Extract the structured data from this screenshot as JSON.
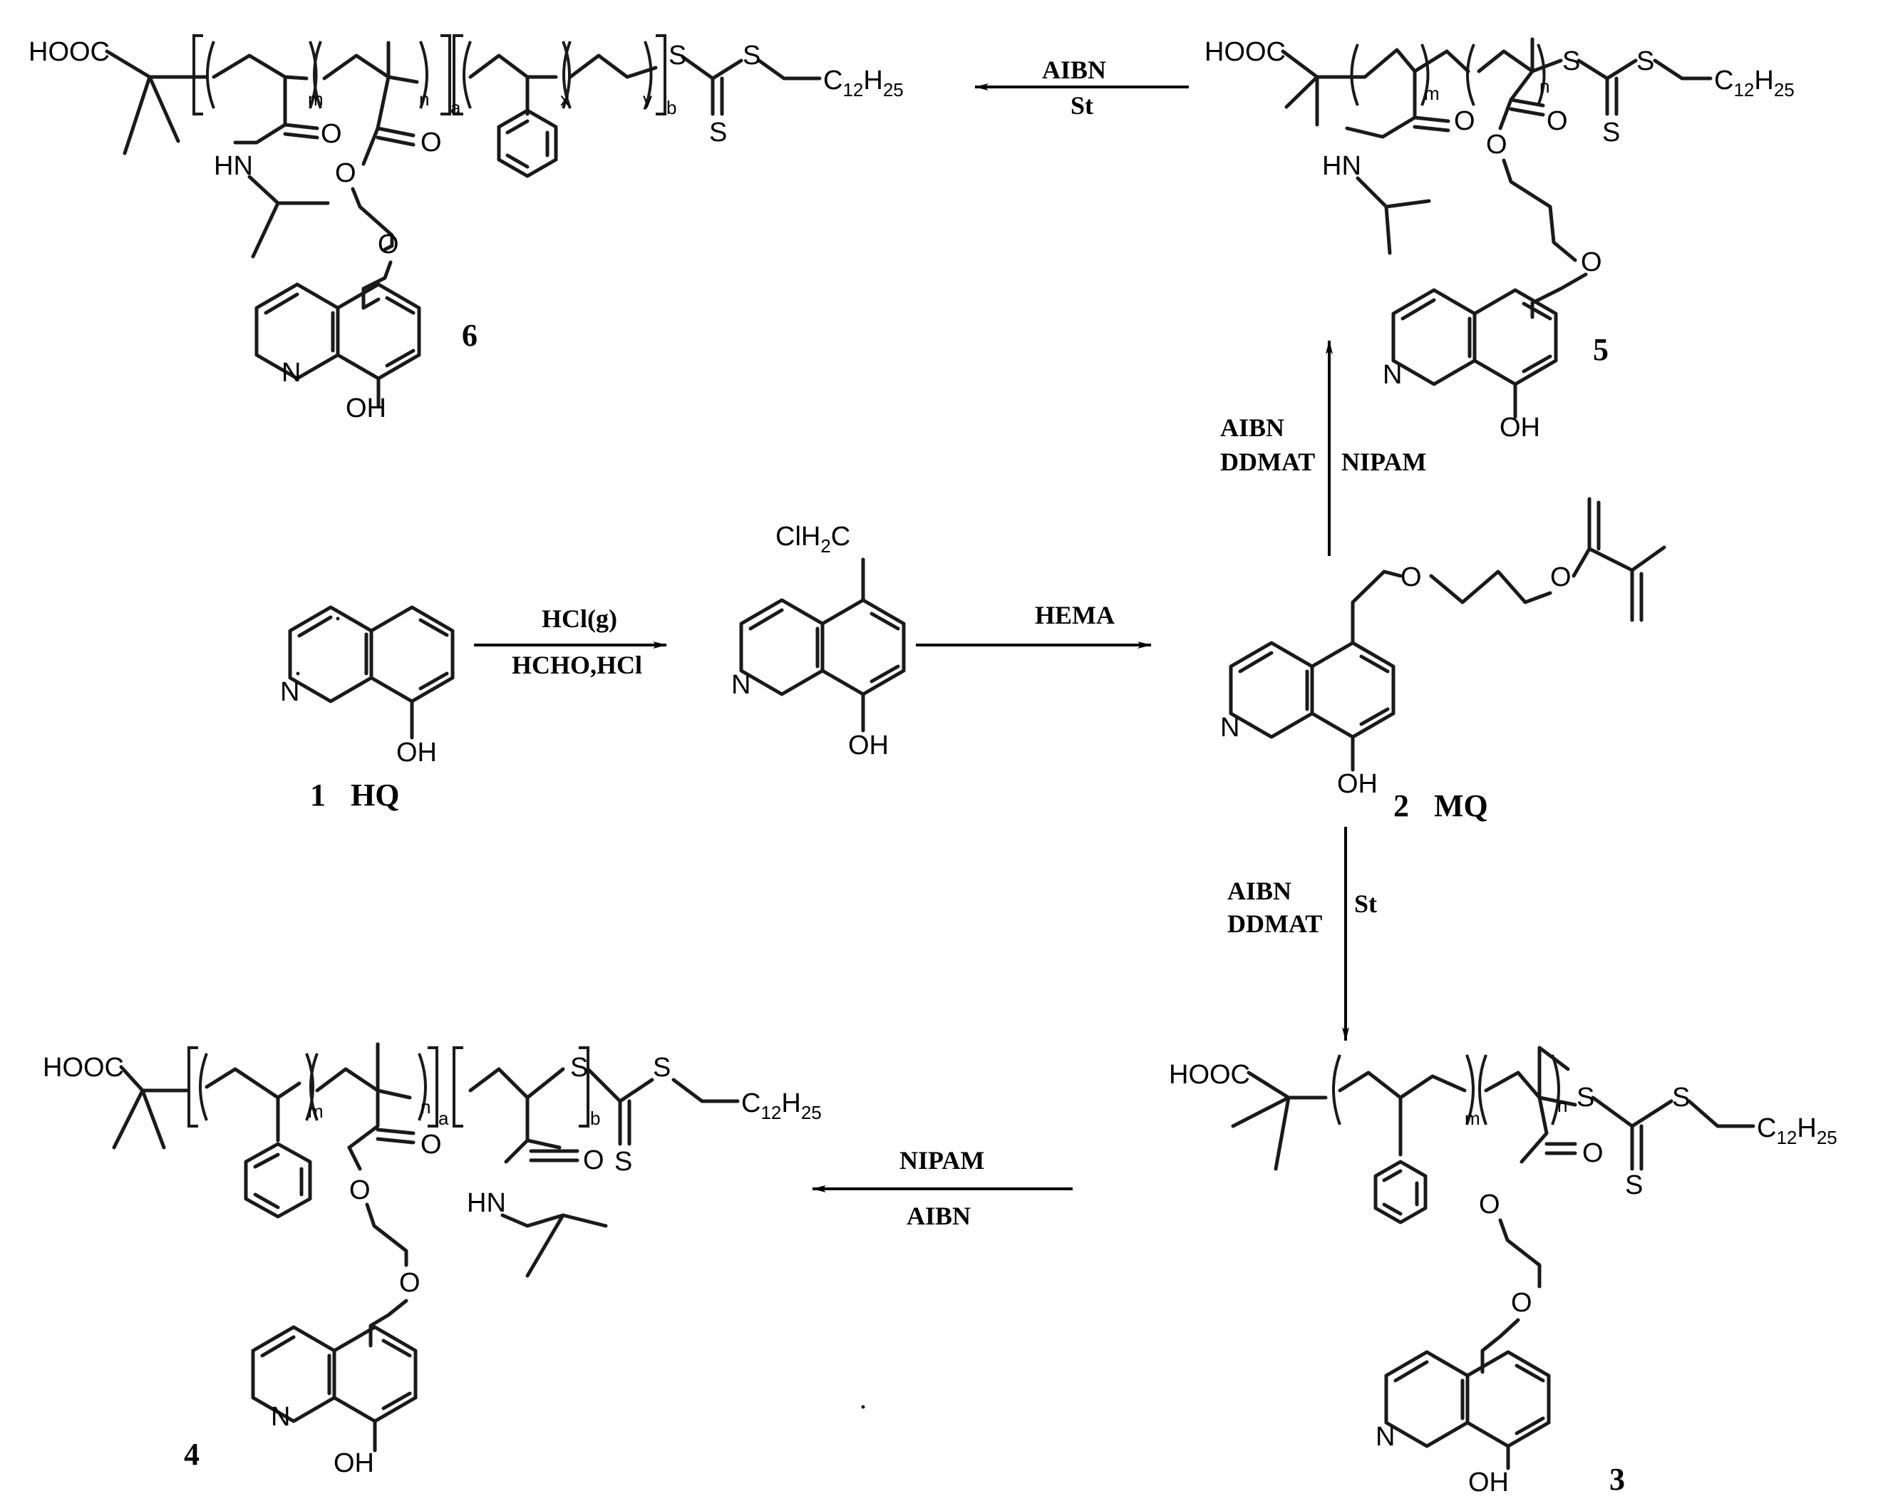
{
  "atoms": {
    "hooc": "HOOC",
    "o": "O",
    "s": "S",
    "n": "N",
    "hn": "HN",
    "oh": "OH",
    "ch2cl": "ClH",
    "ch2cl_sub": "2",
    "ch2cl_end": "C",
    "c12_c": "C",
    "c12_12": "12",
    "c12_h": "H",
    "c12_25": "25"
  },
  "subscripts": {
    "m": "m",
    "n": "n",
    "a": "a",
    "b": "b",
    "x": "x",
    "y": "y"
  },
  "conditions": {
    "hq_top": "HCl(g)",
    "hq_bottom": "HCHO,HCl",
    "hema": "HEMA",
    "to5_aibn": "AIBN",
    "to5_ddmat": "DDMAT",
    "to5_nipam": "NIPAM",
    "to6_aibn": "AIBN",
    "to6_st": "St",
    "to3_aibn": "AIBN",
    "to3_ddmat": "DDMAT",
    "to3_st": "St",
    "to4_nipam": "NIPAM",
    "to4_aibn": "AIBN"
  },
  "compounds": {
    "c1_num": "1",
    "c1_name": "HQ",
    "c2_num": "2",
    "c2_name": "MQ",
    "c3": "3",
    "c4": "4",
    "c5": "5",
    "c6": "6"
  }
}
